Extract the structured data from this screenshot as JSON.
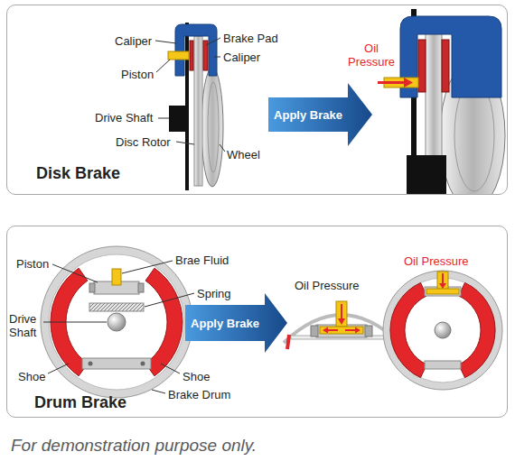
{
  "diagram": {
    "caption": "For demonstration purpose only.",
    "nodes": [
      {
        "text": [
          "Disk Brake"
        ]
      },
      {
        "text": [
          "Apply Brake"
        ],
        "in": 0
      },
      {
        "text": [
          "Drum Brake"
        ]
      },
      {
        "text": [
          "Apply Brake"
        ],
        "in": 2
      }
    ],
    "labels": [
      "Caliper",
      "Brake Pad",
      "Caliper",
      "Piston",
      "Drive Shaft",
      "Disc Rotor",
      "Wheel",
      "Oil Pressure",
      "Piston",
      "Brae Fluid",
      "Spring",
      "Drive Shaft",
      "Shoe",
      "Shoe",
      "Brake Drum",
      "Oil Pressure",
      "Oil Pressure"
    ]
  }
}
